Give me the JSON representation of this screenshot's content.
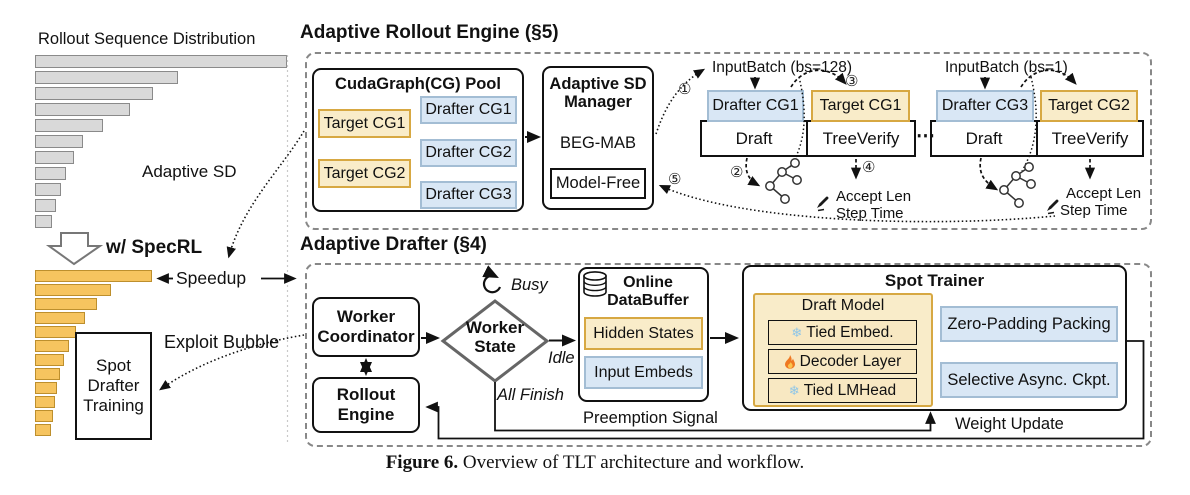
{
  "colors": {
    "tan_fill": "#f9ecc9",
    "tan_border": "#d7a842",
    "blue_fill": "#d9e7f5",
    "blue_border": "#a3bdd4",
    "gray_bar": "#d9d9d9",
    "orange_bar": "#f6c45f"
  },
  "left_panel": {
    "title": "Rollout Sequence Distribution",
    "adaptive_sd": "Adaptive SD",
    "w_specrl": "w/ SpecRL",
    "speedup": "Speedup",
    "exploit_bubble": "Exploit Bubble",
    "spot_training_box": "Spot\nDrafter\nTraining",
    "gray_bars": [
      252,
      143,
      118,
      95,
      68,
      48,
      39,
      31,
      26,
      21,
      17
    ],
    "orange_bars": [
      117,
      76,
      62,
      50,
      41,
      34,
      29,
      25,
      22,
      20,
      18,
      16
    ]
  },
  "rollout": {
    "title": "Adaptive Rollout Engine (§5)",
    "pool": {
      "title": "CudaGraph(CG) Pool",
      "targets": [
        "Target CG1",
        "Target CG2"
      ],
      "drafters": [
        "Drafter CG1",
        "Drafter CG2",
        "Drafter CG3"
      ]
    },
    "manager": {
      "title": "Adaptive SD\nManager",
      "algo": "BEG-MAB",
      "mode": "Model-Free"
    },
    "steps": [
      "①",
      "②",
      "③",
      "④",
      "⑤"
    ],
    "ellipsis": "⋯",
    "groups": [
      {
        "input_batch": "InputBatch (bs=128)",
        "drafter": "Drafter CG1",
        "target": "Target CG1",
        "phase1": "Draft",
        "phase2": "TreeVerify",
        "metric1": "Accept Len",
        "metric2": "Step Time"
      },
      {
        "input_batch": "InputBatch (bs=1)",
        "drafter": "Drafter CG3",
        "target": "Target CG2",
        "phase1": "Draft",
        "phase2": "TreeVerify",
        "metric1": "Accept Len",
        "metric2": "Step Time"
      }
    ]
  },
  "drafter": {
    "title": "Adaptive Drafter (§4)",
    "worker_coordinator": "Worker\nCoordinator",
    "rollout_engine": "Rollout\nEngine",
    "worker_state": "Worker\nState",
    "busy": "Busy",
    "idle": "Idle",
    "all_finish": "All Finish",
    "preemption_signal": "Preemption Signal",
    "weight_update": "Weight Update",
    "databuffer": {
      "title": "Online\nDataBuffer",
      "hidden_states": "Hidden States",
      "input_embeds": "Input Embeds"
    },
    "spot_trainer": {
      "title": "Spot Trainer",
      "draft_model": {
        "title": "Draft Model",
        "layers": [
          {
            "icon": "snowflake-icon",
            "label": "Tied Embed."
          },
          {
            "icon": "fire-icon",
            "label": "Decoder Layer"
          },
          {
            "icon": "snowflake-icon",
            "label": "Tied LMHead"
          }
        ]
      },
      "packing": "Zero-Padding Packing",
      "ckpt": "Selective Async. Ckpt."
    }
  },
  "caption": {
    "label": "Figure 6.",
    "text": " Overview of TLT architecture and workflow."
  }
}
